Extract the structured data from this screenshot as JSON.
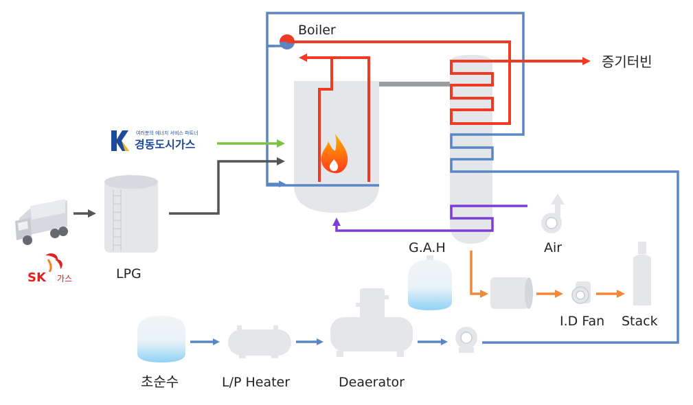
{
  "labels": {
    "boiler": "Boiler",
    "steam_turbine": "증기터빈",
    "gah": "G.A.H",
    "air": "Air",
    "id_fan": "I.D Fan",
    "stack": "Stack",
    "lpg": "LPG",
    "pure_water": "초순수",
    "lp_heater": "L/P Heater",
    "deaerator": "Deaerator"
  },
  "logos": {
    "kd_tagline": "여러분의 에너지 서비스 파트너",
    "kd_name": "경동도시가스",
    "sk_mark": "SK",
    "sk_name": "가스"
  },
  "colors": {
    "water_blue": "#5b86c5",
    "steam_red": "#ef3b24",
    "air_purple": "#7b3fd6",
    "flue_orange": "#f0883a",
    "gas_green": "#7dc143",
    "lpg_gray": "#555555",
    "equipment_gray": "#e3e5e8",
    "sk_red": "#e2211c",
    "kd_blue": "#1e4a9c"
  }
}
